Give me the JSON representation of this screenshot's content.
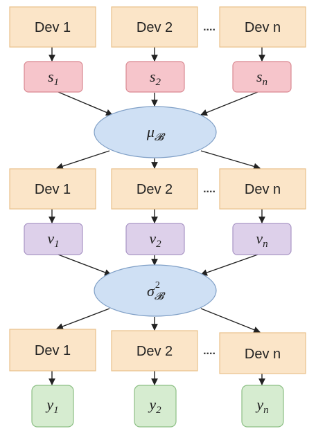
{
  "colors": {
    "dev_fill": "#fbe5c8",
    "dev_stroke": "#e8c08a",
    "s_fill": "#f6c5cb",
    "s_stroke": "#d98891",
    "v_fill": "#ddd0ea",
    "v_stroke": "#a894c4",
    "y_fill": "#d6ecd0",
    "y_stroke": "#8cbf84",
    "ellipse_fill": "#cfe0f4",
    "ellipse_stroke": "#7f9fc6",
    "arrow": "#222222"
  },
  "rows": {
    "dev_row_1": [
      "Dev 1",
      "Dev 2",
      "Dev n"
    ],
    "dev_row_2": [
      "Dev 1",
      "Dev 2",
      "Dev n"
    ],
    "dev_row_3": [
      "Dev 1",
      "Dev 2",
      "Dev n"
    ],
    "dots": "....",
    "s_nodes": [
      {
        "base": "s",
        "sub": "1"
      },
      {
        "base": "s",
        "sub": "2"
      },
      {
        "base": "s",
        "sub": "n"
      }
    ],
    "v_nodes": [
      {
        "base": "v",
        "sub": "1"
      },
      {
        "base": "v",
        "sub": "2"
      },
      {
        "base": "v",
        "sub": "n"
      }
    ],
    "y_nodes": [
      {
        "base": "y",
        "sub": "1"
      },
      {
        "base": "y",
        "sub": "2"
      },
      {
        "base": "y",
        "sub": "n"
      }
    ]
  },
  "mu": {
    "base": "μ",
    "sub": "𝓑"
  },
  "sigma": {
    "base": "σ",
    "sub": "𝓑",
    "sup": "2"
  }
}
